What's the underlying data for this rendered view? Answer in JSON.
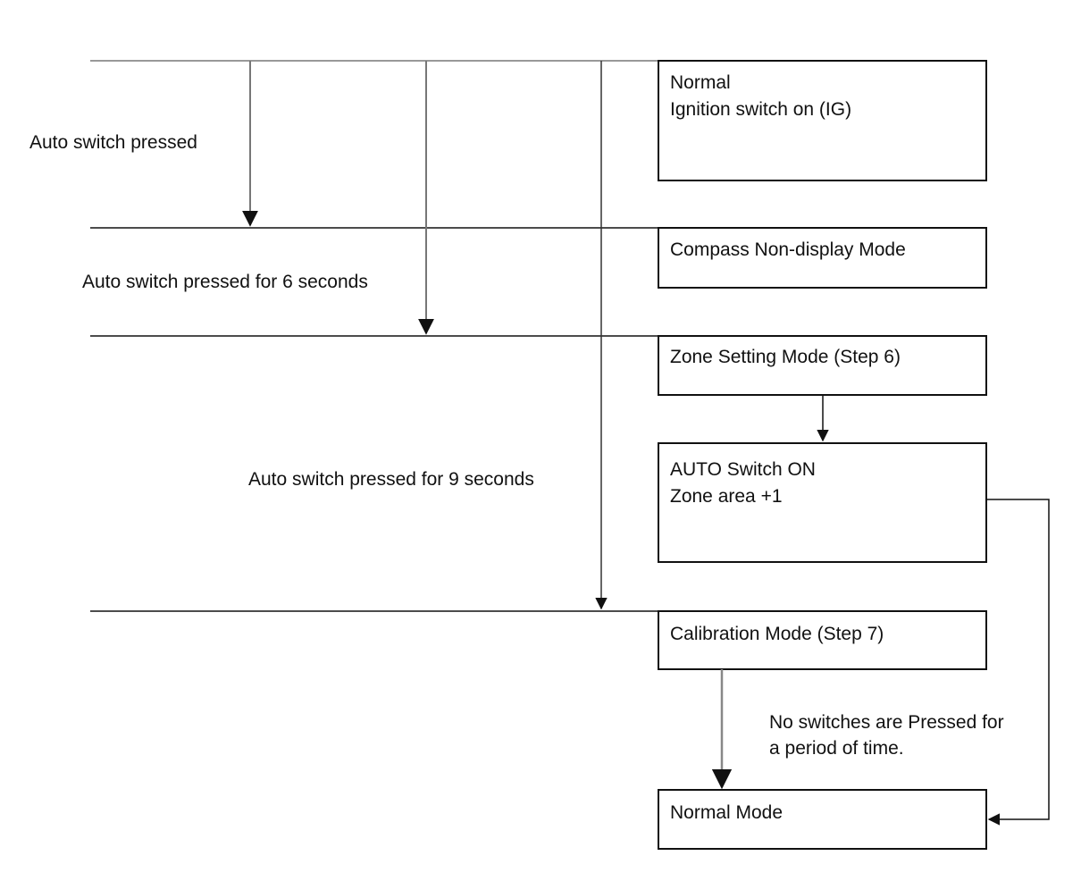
{
  "boxes": {
    "normal": {
      "line1": "Normal",
      "line2": "Ignition switch on (IG)"
    },
    "compass": {
      "line1": "Compass Non-display Mode"
    },
    "zone": {
      "line1": "Zone Setting Mode (Step 6)"
    },
    "auto": {
      "line1": "AUTO Switch ON",
      "line2": "Zone area +1"
    },
    "calibration": {
      "line1": "Calibration Mode (Step 7)"
    },
    "normal_mode": {
      "line1": "Normal Mode"
    }
  },
  "labels": {
    "auto_pressed": "Auto switch pressed",
    "auto_6": "Auto switch pressed for 6 seconds",
    "auto_9": "Auto switch pressed for 9 seconds",
    "no_switch_1": "No switches are Pressed for",
    "no_switch_2": "a period of time."
  },
  "colors": {
    "line": "#111111",
    "gray_line": "#888888"
  }
}
